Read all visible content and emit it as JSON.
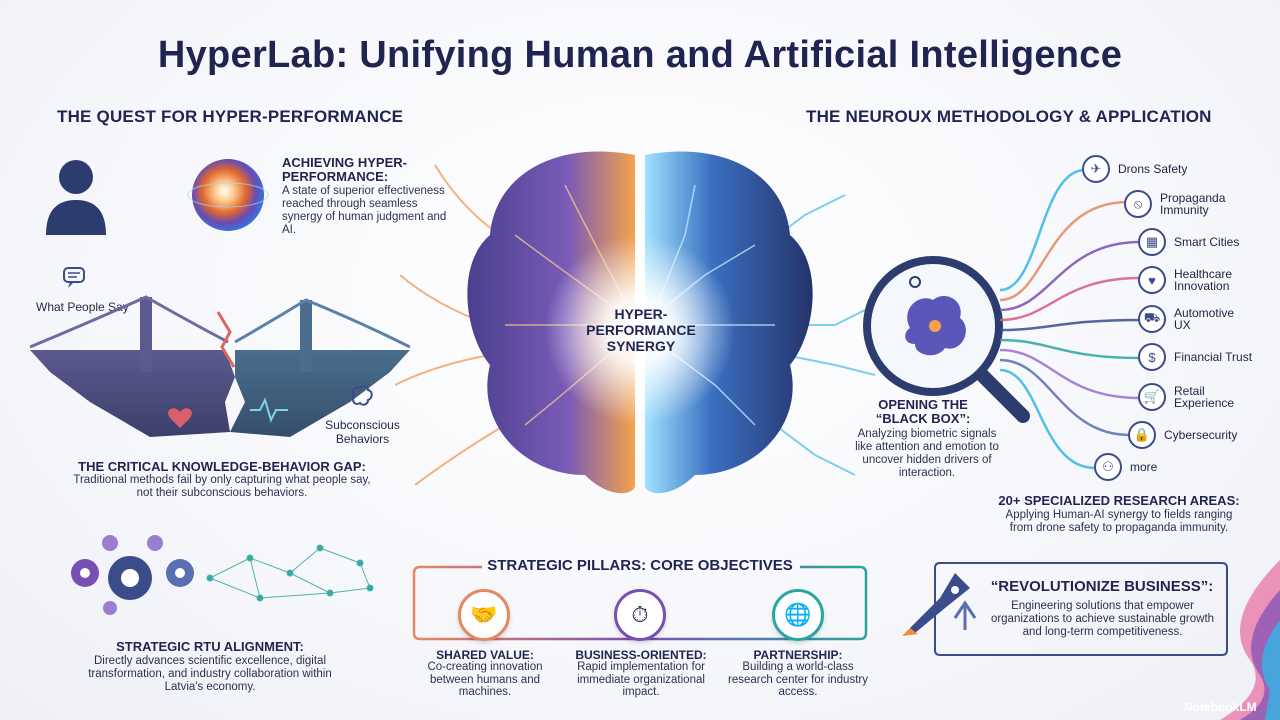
{
  "title": "HyperLab: Unifying Human and Artificial Intelligence",
  "left_heading": "THE QUEST FOR HYPER-PERFORMANCE",
  "right_heading": "THE NEUROUX METHODOLOGY & APPLICATION",
  "hyper": {
    "header": "ACHIEVING HYPER-PERFORMANCE:",
    "body": "A state of superior effectiveness reached through seamless synergy of human judgment and AI."
  },
  "gap": {
    "what_people_say": "What People Say",
    "subconscious": "Subconscious Behaviors",
    "header": "THE CRITICAL KNOWLEDGE-BEHAVIOR GAP:",
    "body": "Traditional methods fail by only capturing what people say, not their subconscious behaviors."
  },
  "brain_label": "HYPER-PERFORMANCE SYNERGY",
  "black_box": {
    "header": "OPENING THE “BLACK BOX”:",
    "body": "Analyzing biometric signals like attention and emotion to uncover hidden drivers of interaction."
  },
  "areas": [
    {
      "label": "Drons Safety",
      "icon": "drone-icon"
    },
    {
      "label": "Propaganda Immunity",
      "icon": "no-propaganda-icon"
    },
    {
      "label": "Smart Cities",
      "icon": "city-icon"
    },
    {
      "label": "Healthcare Innovation",
      "icon": "heart-pulse-icon"
    },
    {
      "label": "Automotive UX",
      "icon": "car-icon"
    },
    {
      "label": "Financial Trust",
      "icon": "money-icon"
    },
    {
      "label": "Retail Experience",
      "icon": "cart-icon"
    },
    {
      "label": "Cybersecurity",
      "icon": "lock-icon"
    },
    {
      "label": "more",
      "icon": "network-icon"
    }
  ],
  "research": {
    "header": "20+ SPECIALIZED RESEARCH AREAS:",
    "body": "Applying Human-AI synergy to fields ranging from drone safety to propaganda immunity."
  },
  "rtu": {
    "header": "STRATEGIC RTU ALIGNMENT:",
    "body": "Directly advances scientific excellence, digital transformation, and industry collaboration within Latvia's economy."
  },
  "pillars": {
    "heading": "STRATEGIC PILLARS: CORE OBJECTIVES",
    "items": [
      {
        "header": "SHARED VALUE:",
        "body": "Co-creating innovation between humans and machines.",
        "icon": "handshake-icon"
      },
      {
        "header": "BUSINESS-ORIENTED:",
        "body": "Rapid implementation for immediate organizational impact.",
        "icon": "stopwatch-icon"
      },
      {
        "header": "PARTNERSHIP:",
        "body": "Building a world-class research center for industry access.",
        "icon": "globe-handshake-icon"
      }
    ]
  },
  "revolution": {
    "header": "“REVOLUTIONIZE BUSINESS”:",
    "body": "Engineering solutions that empower organizations to achieve sustainable growth and long-term competitiveness."
  },
  "watermark": "NotebookLM",
  "colors": {
    "navy": "#1f2450",
    "orange": "#f08a3c",
    "teal": "#2aa6a0",
    "purple": "#7a4fb3",
    "cyan": "#33b7e6"
  }
}
